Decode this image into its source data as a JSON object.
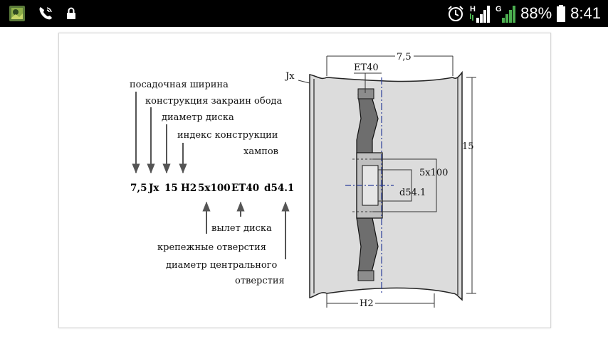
{
  "status_bar": {
    "battery_percent": "88%",
    "time": "8:41",
    "network_h": "H",
    "network_g": "G",
    "icons": [
      "gallery-thumbnail-icon",
      "phone-call-icon",
      "lock-icon",
      "alarm-clock-icon",
      "signal-h-icon",
      "signal-g-icon",
      "battery-icon"
    ]
  },
  "diagram": {
    "code": {
      "width": "7,5",
      "flange": "Jx",
      "diameter": "15",
      "hump": "H2",
      "bolt_pattern": "5x100",
      "offset": "ET40",
      "center_bore": "d54.1"
    },
    "labels_top": [
      "посадочная ширина",
      "конструкция закраин обода",
      "диаметр диска",
      "индекс конструкции",
      "хампов"
    ],
    "labels_bottom": [
      "вылет диска",
      "крепежные отверстия",
      "диаметр центрального",
      "отверстия"
    ],
    "wheel": {
      "width_label": "7,5",
      "flange_label": "Jx",
      "offset_label": "ET40",
      "diameter_label": "15",
      "bolt_label": "5x100",
      "bore_label": "d54.1",
      "hump_label": "H2"
    },
    "colors": {
      "rim_fill": "#dcdcdc",
      "hub_fill": "#6e6e6e",
      "centerline": "#2a3d9a"
    }
  }
}
